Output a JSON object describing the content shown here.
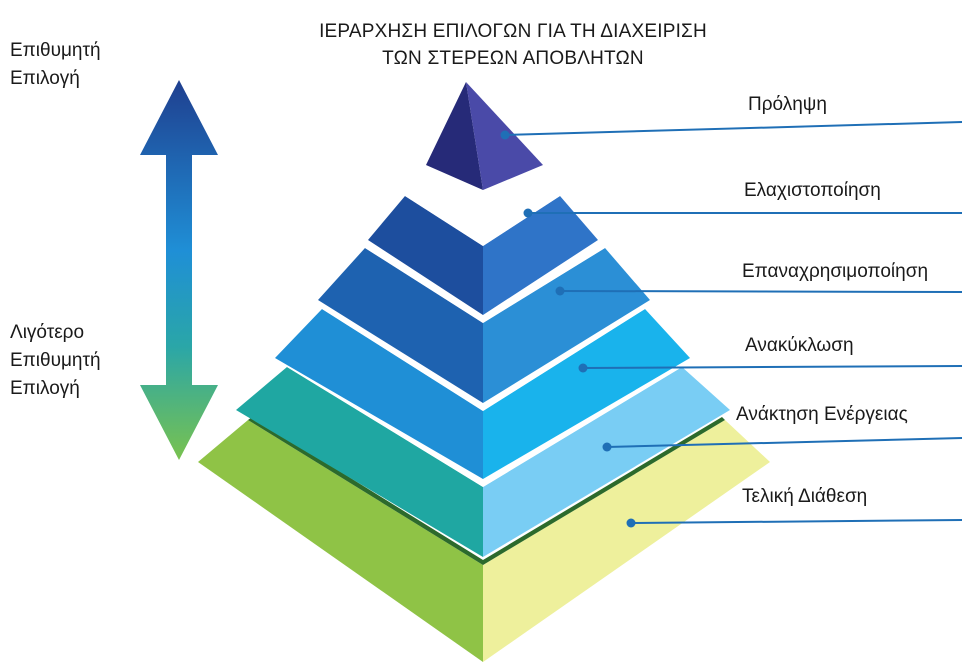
{
  "title": {
    "line1": "ΙΕΡΑΡΧΗΣΗ ΕΠΙΛΟΓΩΝ ΓΙΑ ΤΗ ΔΙΑΧΕΙΡΙΣΗ",
    "line2": "ΤΩΝ ΣΤΕΡΕΩΝ ΑΠΟΒΛΗΤΩΝ"
  },
  "scale": {
    "top_line1": "Επιθυμητή",
    "top_line2": "Επιλογή",
    "bottom_line1": "Λιγότερο",
    "bottom_line2": "Επιθυμητή",
    "bottom_line3": "Επιλογή",
    "arrow_color_top": "#1f3f8f",
    "arrow_color_bottom": "#6cbf4f"
  },
  "tiers": [
    {
      "label": "Πρόληψη",
      "color": "#4a4aa8"
    },
    {
      "label": "Ελαχιστοποίηση",
      "color": "#2f74c8"
    },
    {
      "label": "Επαναχρησιμοποίηση",
      "color": "#2b8fd6"
    },
    {
      "label": "Ανακύκλωση",
      "color": "#19b3ec"
    },
    {
      "label": "Ανάκτηση Ενέργειας",
      "color": "#1fa7a2"
    },
    {
      "label": "Τελική Διάθεση",
      "color": "#8fc346"
    }
  ],
  "leader_color": "#1f6fb6"
}
